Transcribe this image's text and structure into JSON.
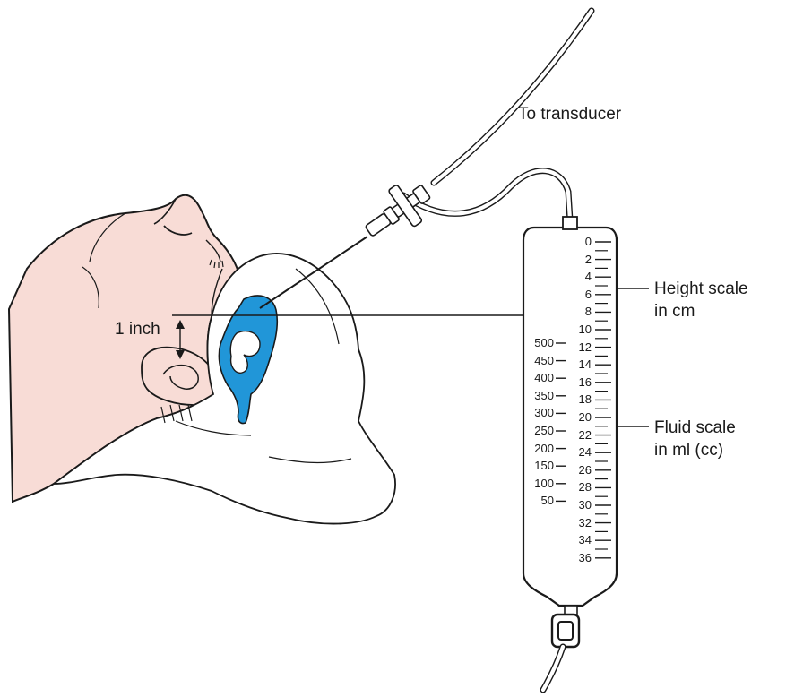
{
  "labels": {
    "transducer": "To transducer",
    "inch": "1 inch",
    "height_scale_line1": "Height scale",
    "height_scale_line2": "in cm",
    "fluid_scale_line1": "Fluid scale",
    "fluid_scale_line2": "in ml (cc)"
  },
  "height_scale": [
    "0",
    "2",
    "4",
    "6",
    "8",
    "10",
    "12",
    "14",
    "16",
    "18",
    "20",
    "22",
    "24",
    "26",
    "28",
    "30",
    "32",
    "34",
    "36"
  ],
  "fluid_scale": [
    "500",
    "450",
    "400",
    "350",
    "300",
    "250",
    "200",
    "150",
    "100",
    "50"
  ],
  "colors": {
    "skin": "#f8dcd6",
    "fluid": "#2196d8",
    "line": "#1a1a1a"
  }
}
